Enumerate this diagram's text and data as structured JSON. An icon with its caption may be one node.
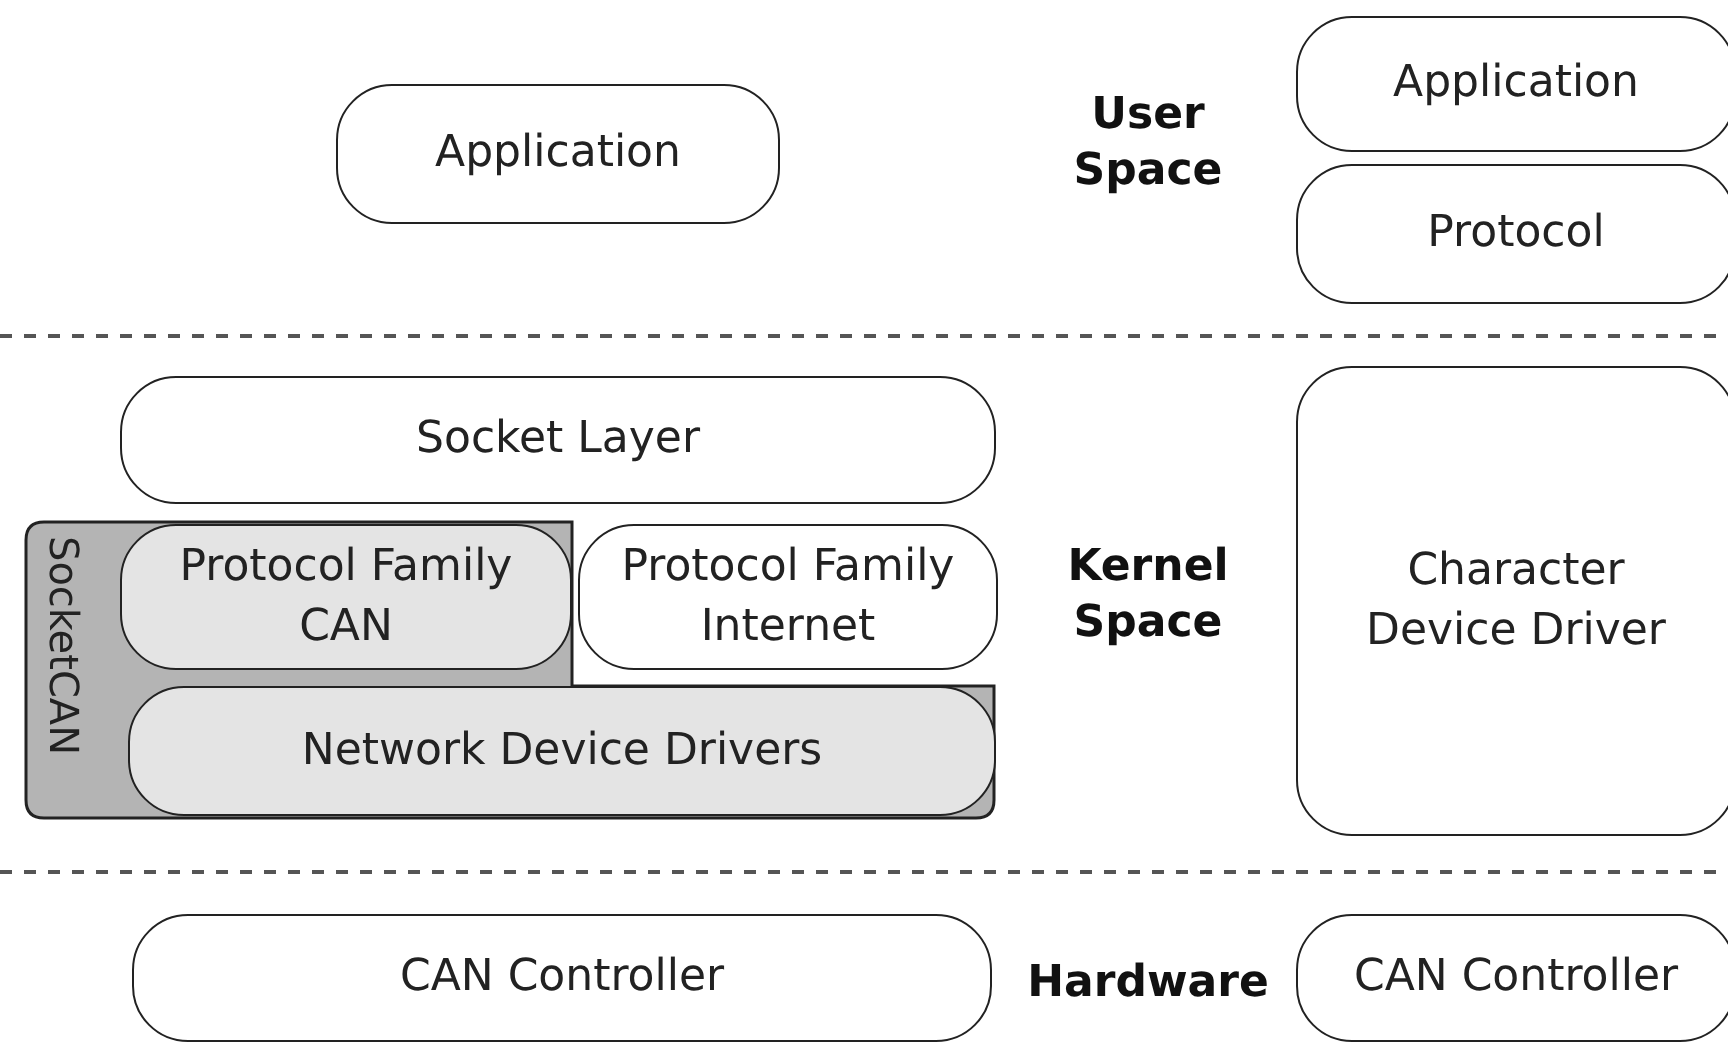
{
  "diagram": {
    "nodes": [
      {
        "text": [
          "Application"
        ]
      },
      {
        "text": [
          "Application"
        ]
      },
      {
        "text": [
          "Protocol"
        ]
      },
      {
        "text": [
          "Socket Layer"
        ]
      },
      {
        "text": [
          "SocketCAN"
        ]
      },
      {
        "text": [
          "Protocol Family CAN"
        ],
        "in": 4
      },
      {
        "text": [
          "Protocol Family Internet"
        ]
      },
      {
        "text": [
          "Network Device Drivers"
        ],
        "in": 4
      },
      {
        "text": [
          "Character Device Driver"
        ]
      },
      {
        "text": [
          "CAN Controller"
        ]
      },
      {
        "text": [
          "CAN Controller"
        ]
      }
    ],
    "edges": [],
    "labels": [
      "User Space",
      "Kernel Space",
      "Hardware"
    ]
  }
}
